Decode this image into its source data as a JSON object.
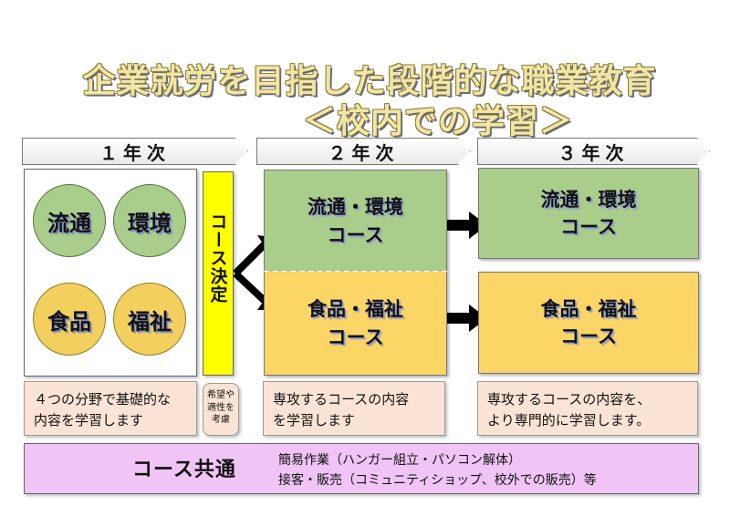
{
  "title": {
    "line1": "企業就労を目指した段階的な職業教育",
    "line2": "＜校内での学習＞"
  },
  "years": [
    "１年次",
    "２年次",
    "３年次"
  ],
  "year1_areas": [
    "流通",
    "環境",
    "食品",
    "福祉"
  ],
  "course_decision": "コース決定",
  "course_decision_note": [
    "希望や",
    "適性を",
    "考慮"
  ],
  "year2_courses": [
    {
      "lines": [
        "流通・環境",
        "コース"
      ]
    },
    {
      "lines": [
        "食品・福祉",
        "コース"
      ]
    }
  ],
  "year3_courses": [
    {
      "lines": [
        "流通・環境",
        "コース"
      ]
    },
    {
      "lines": [
        "食品・福祉",
        "コース"
      ]
    }
  ],
  "notes": {
    "year1": [
      "４つの分野で基礎的な",
      "内容を学習します"
    ],
    "year2": [
      "専攻するコースの内容",
      "を学習します"
    ],
    "year3": [
      "専攻するコースの内容を、",
      "より専門的に学習します。"
    ]
  },
  "common": {
    "label": "コース共通",
    "line1": "簡易作業（ハンガー組立・パソコン解体）",
    "line2": "接客・販売（コミュニティショップ、校外での販売）等"
  },
  "colors": {
    "green": "#a9cd8a",
    "yellow": "#fbd565",
    "decision": "#ffff00",
    "note": "#fbe4d5",
    "common": "#f0c4f5"
  }
}
